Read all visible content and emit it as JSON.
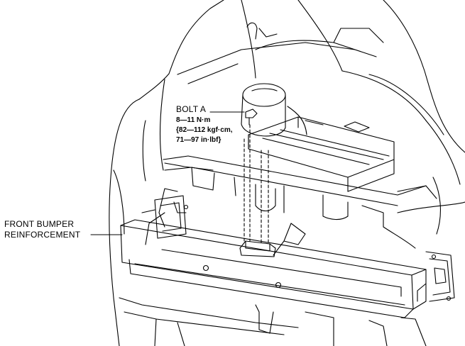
{
  "labels": {
    "bolt_name": "BOLT A",
    "torque_nm": "8—11 N·m",
    "torque_kgfcm": "{82—112 kgf·cm,",
    "torque_inlbf": "71—97 in·lbf}",
    "part_line1": "FRONT BUMPER",
    "part_line2": "REINFORCEMENT"
  },
  "colors": {
    "line": "#000000",
    "background": "#ffffff"
  }
}
